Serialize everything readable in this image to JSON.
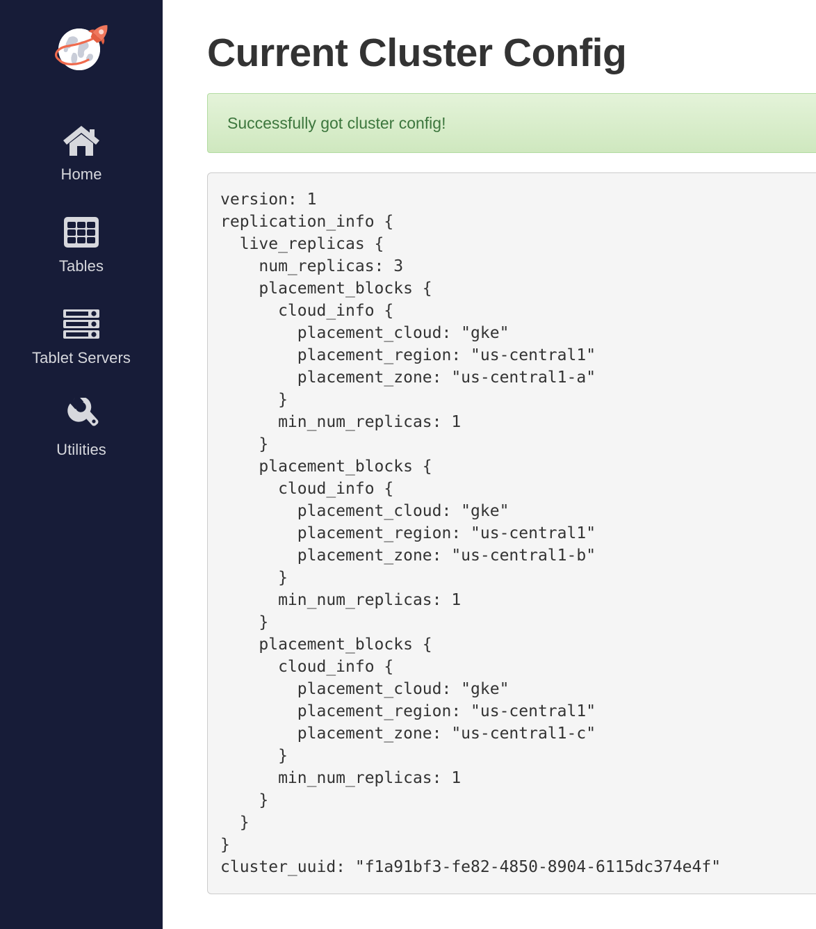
{
  "sidebar": {
    "logo_name": "yugabyte-rocket-globe-logo",
    "brand_colors": {
      "background": "#171c38",
      "icon": "#d7d8dd",
      "rocket": "#ef6a4d"
    },
    "items": [
      {
        "label": "Home",
        "icon": "home-icon"
      },
      {
        "label": "Tables",
        "icon": "table-grid-icon"
      },
      {
        "label": "Tablet Servers",
        "icon": "server-rack-icon"
      },
      {
        "label": "Utilities",
        "icon": "wrench-icon"
      }
    ]
  },
  "main": {
    "title": "Current Cluster Config",
    "alert": {
      "message": "Successfully got cluster config!",
      "type": "success",
      "text_color": "#3c763d",
      "background_color": "#dff0d8",
      "border_color": "#b2dba1"
    },
    "config": {
      "text": "version: 1\nreplication_info {\n  live_replicas {\n    num_replicas: 3\n    placement_blocks {\n      cloud_info {\n        placement_cloud: \"gke\"\n        placement_region: \"us-central1\"\n        placement_zone: \"us-central1-a\"\n      }\n      min_num_replicas: 1\n    }\n    placement_blocks {\n      cloud_info {\n        placement_cloud: \"gke\"\n        placement_region: \"us-central1\"\n        placement_zone: \"us-central1-b\"\n      }\n      min_num_replicas: 1\n    }\n    placement_blocks {\n      cloud_info {\n        placement_cloud: \"gke\"\n        placement_region: \"us-central1\"\n        placement_zone: \"us-central1-c\"\n      }\n      min_num_replicas: 1\n    }\n  }\n}\ncluster_uuid: \"f1a91bf3-fe82-4850-8904-6115dc374e4f\"",
      "version": "1",
      "num_replicas": "3",
      "cluster_uuid": "f1a91bf3-fe82-4850-8904-6115dc374e4f",
      "placement_blocks": [
        {
          "placement_cloud": "gke",
          "placement_region": "us-central1",
          "placement_zone": "us-central1-a",
          "min_num_replicas": "1"
        },
        {
          "placement_cloud": "gke",
          "placement_region": "us-central1",
          "placement_zone": "us-central1-b",
          "min_num_replicas": "1"
        },
        {
          "placement_cloud": "gke",
          "placement_region": "us-central1",
          "placement_zone": "us-central1-c",
          "min_num_replicas": "1"
        }
      ]
    }
  }
}
